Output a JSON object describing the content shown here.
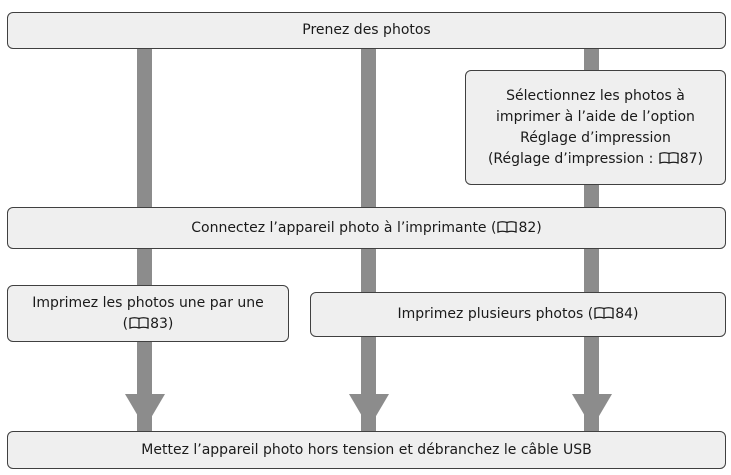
{
  "flow": {
    "colors": {
      "box_fill": "#efefef",
      "box_border": "#404040",
      "arrow": "#8c8c8c"
    },
    "step1": {
      "text": "Prenez des photos"
    },
    "step_select": {
      "line1": "Sélectionnez les photos à",
      "line2": "imprimer à l’aide de l’option",
      "line3": "Réglage d’impression",
      "line4_prefix": "(Réglage d’impression : ",
      "line4_suffix": "87)"
    },
    "step_connect": {
      "prefix": "Connectez l’appareil photo à l’imprimante (",
      "suffix": "82)"
    },
    "step_one_by_one": {
      "line1": "Imprimez les photos une par une",
      "line2_prefix": "(",
      "line2_suffix": "83)"
    },
    "step_multiple": {
      "prefix": "Imprimez plusieurs photos (",
      "suffix": "84)"
    },
    "step_final": {
      "text": "Mettez l’appareil photo hors tension et débranchez le câble USB"
    },
    "reference_icon": "book-reference-icon"
  }
}
